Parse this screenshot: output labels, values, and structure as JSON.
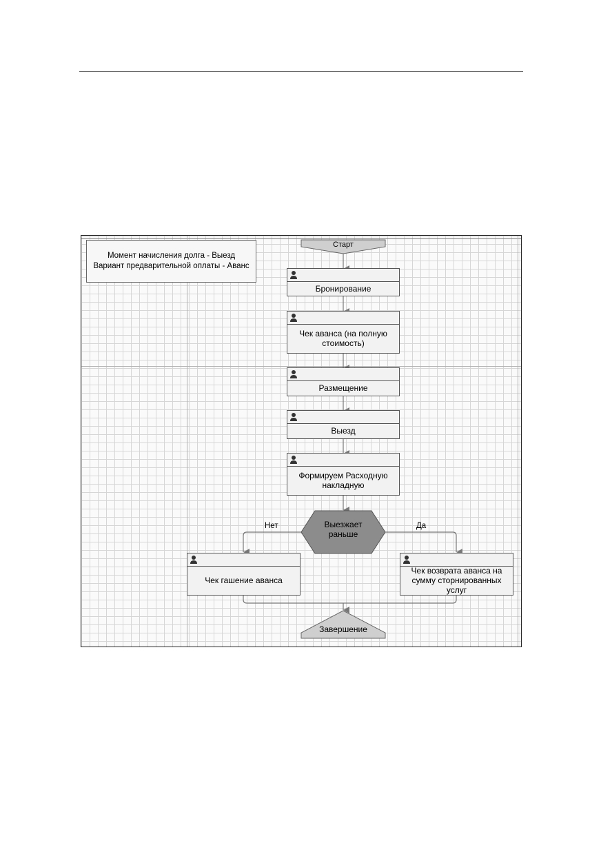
{
  "diagram": {
    "note": {
      "line1": "Момент начисления долга - Выезд",
      "line2": "Вариант предварительной оплаты - Аванс"
    },
    "start_label": "Старт",
    "tasks": {
      "booking": "Бронирование",
      "advance_receipt": "Чек аванса (на полную стоимость)",
      "placement": "Размещение",
      "checkout": "Выезд",
      "invoice": "Формируем Расходную накладную"
    },
    "decision": {
      "label": "Выезжает раньше",
      "no_label": "Нет",
      "yes_label": "Да"
    },
    "branch_tasks": {
      "advance_offset": "Чек гашение аванса",
      "advance_refund": "Чек возврата аванса на сумму сторнированных услуг"
    },
    "end_label": "Завершение",
    "colors": {
      "decision_fill": "#8c8c8c",
      "terminal_fill": "#cfcfcf",
      "task_fill": "#f2f2f2",
      "connector": "#777777"
    }
  }
}
